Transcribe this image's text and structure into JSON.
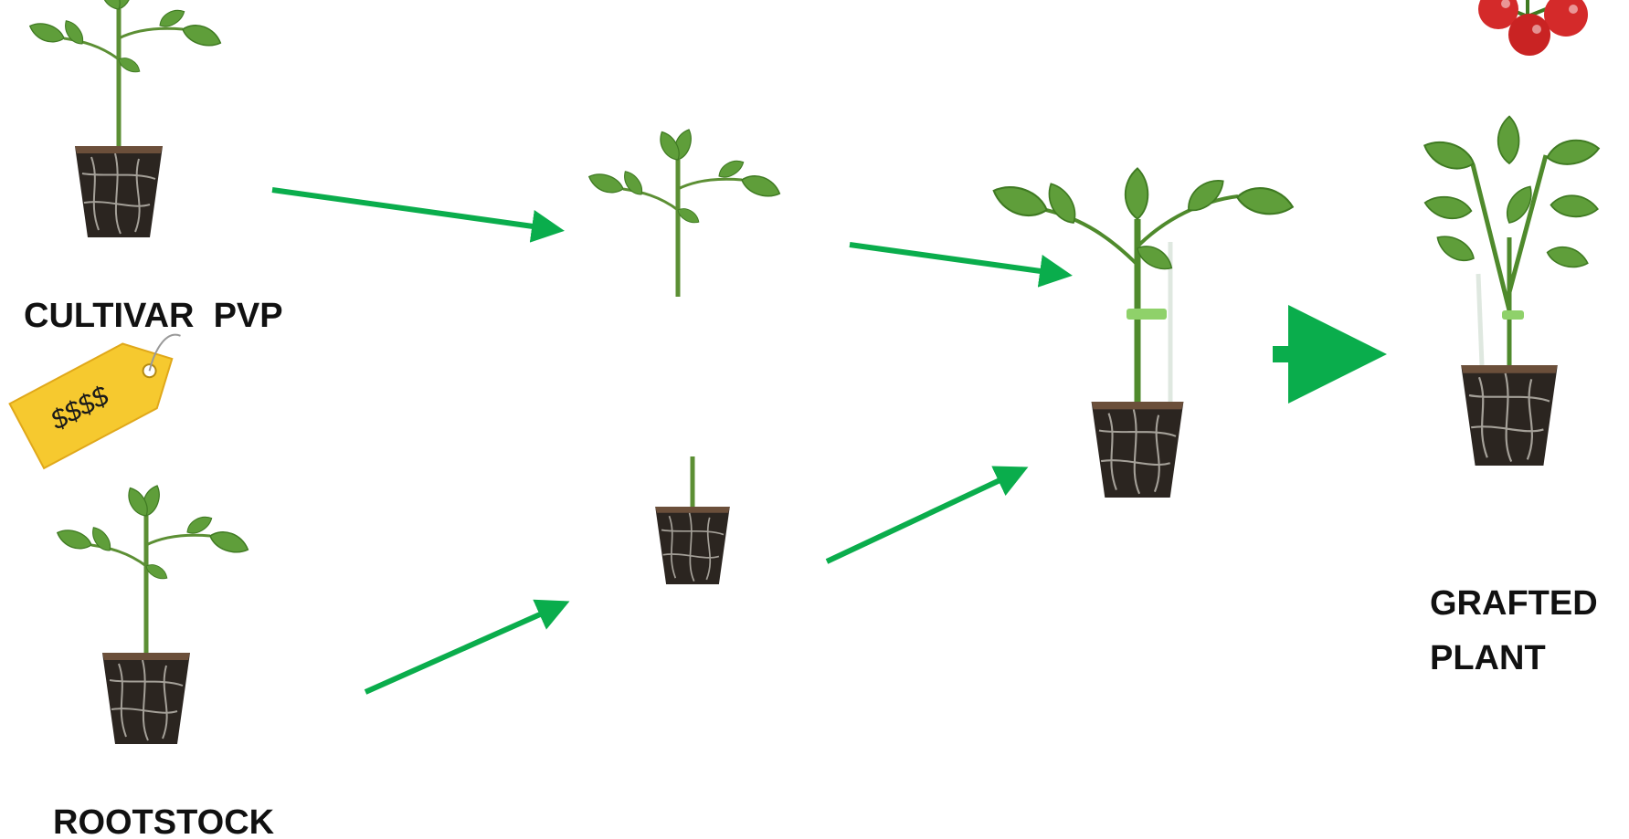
{
  "labels": {
    "cultivar": "CULTIVAR  PVP",
    "price_tag": "$$$$",
    "rootstock": "ROOTSTOCK",
    "grafted_line1": "GRAFTED",
    "grafted_line2": "PLANT"
  },
  "icons": {
    "plant": "seedling-in-plug",
    "tag": "price-tag",
    "fruit": "tomato-cluster",
    "arrow": "right-arrow"
  },
  "colors": {
    "arrow": "#0aad4c",
    "leaf": "#5f9e3a",
    "leaf_dark": "#3f7a22",
    "stem": "#5c8f34",
    "soil": "#2b2520",
    "tag": "#f6c92f",
    "tomato": "#d42a2a",
    "clip": "#8fd16a"
  }
}
